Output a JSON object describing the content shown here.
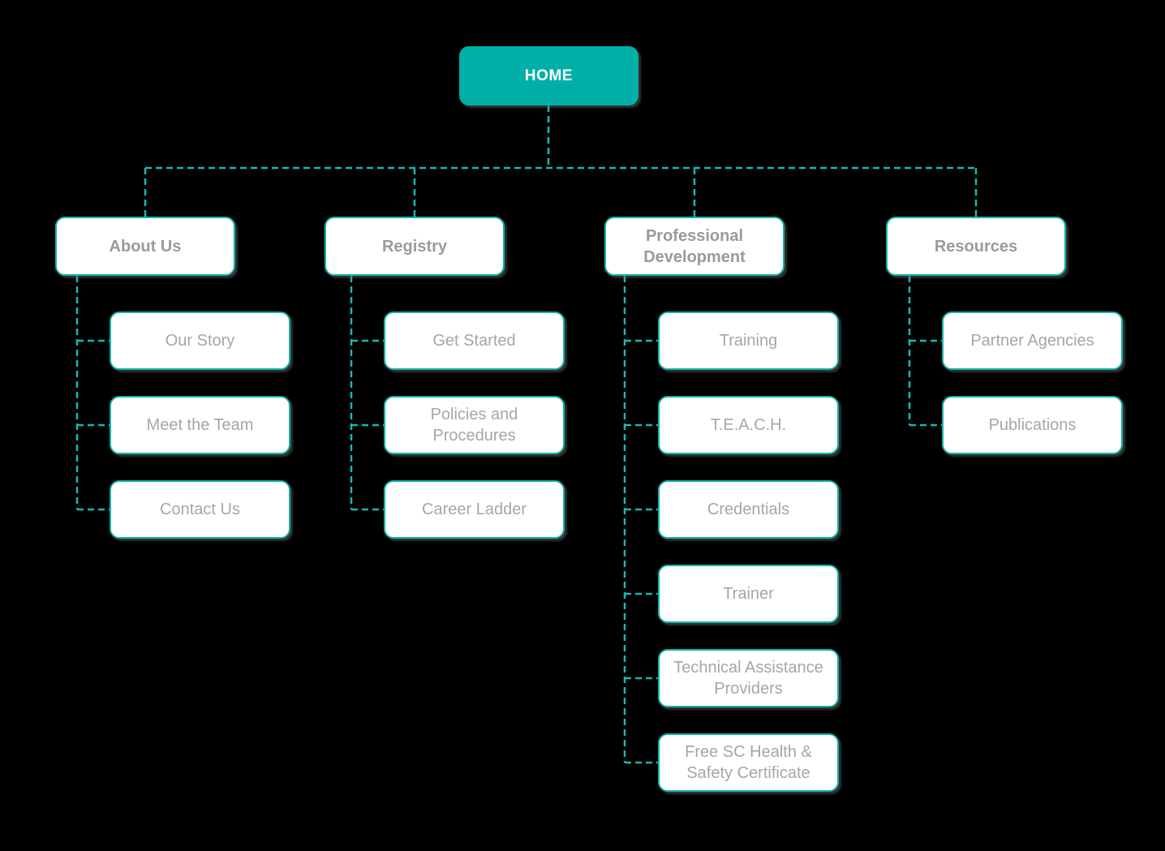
{
  "colors": {
    "background": "#000000",
    "accent_fill": "#00b0a8",
    "box_border": "#10b3ab",
    "connector": "#1ab7af",
    "box_background": "#ffffff",
    "category_text": "#9a9a9a",
    "child_text": "#a6a6a6",
    "root_text": "#ffffff"
  },
  "tree": {
    "root": {
      "label": "HOME"
    },
    "branches": [
      {
        "label": "About Us",
        "children": [
          "Our Story",
          "Meet the Team",
          "Contact Us"
        ]
      },
      {
        "label": "Registry",
        "children": [
          "Get Started",
          "Policies and Procedures",
          "Career Ladder"
        ]
      },
      {
        "label": "Professional Development",
        "children": [
          "Training",
          "T.E.A.C.H.",
          "Credentials",
          "Trainer",
          "Technical Assistance Providers",
          "Free SC Health & Safety Certificate"
        ]
      },
      {
        "label": "Resources",
        "children": [
          "Partner Agencies",
          "Publications"
        ]
      }
    ]
  }
}
